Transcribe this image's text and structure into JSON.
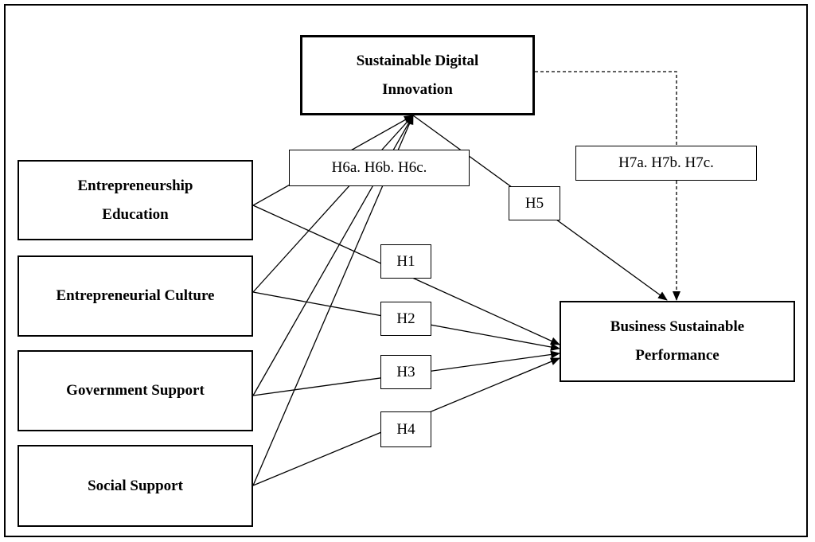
{
  "nodes": {
    "sdi": "Sustainable Digital Innovation",
    "ee": "Entrepreneurship Education",
    "ec": "Entrepreneurial Culture",
    "gs": "Government Support",
    "ss": "Social Support",
    "bsp": "Business Sustainable Performance"
  },
  "hypotheses": {
    "h1": "H1",
    "h2": "H2",
    "h3": "H3",
    "h4": "H4",
    "h5": "H5",
    "h6": "H6a. H6b. H6c.",
    "h7": "H7a. H7b. H7c."
  }
}
